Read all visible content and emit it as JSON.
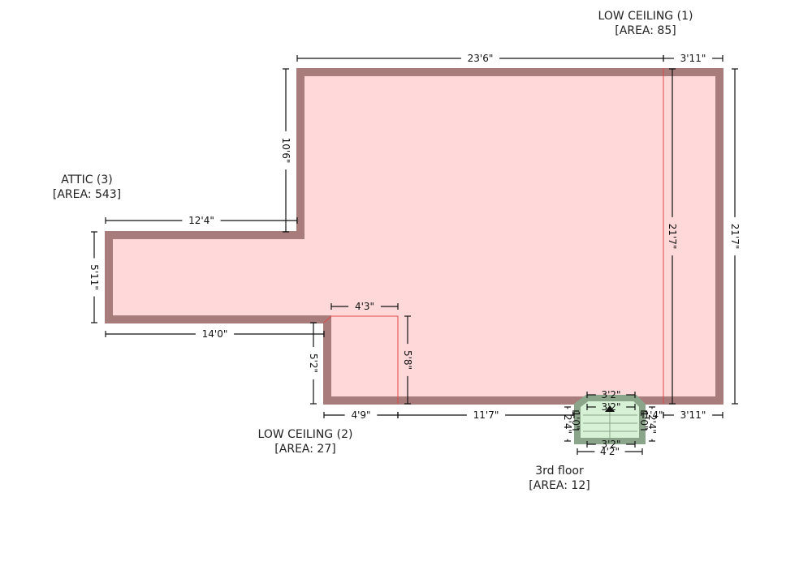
{
  "labels": {
    "low_ceiling_1": {
      "name": "LOW CEILING (1)",
      "area": "[AREA: 85]"
    },
    "attic_3": {
      "name": "ATTIC (3)",
      "area": "[AREA: 543]"
    },
    "low_ceiling_2": {
      "name": "LOW CEILING (2)",
      "area": "[AREA: 27]"
    },
    "third_floor": {
      "name": "3rd floor",
      "area": "[AREA: 12]"
    }
  },
  "dims": {
    "top_main": "23'6\"",
    "top_right": "3'11\"",
    "right_outer": "21'7\"",
    "right_inner": "21'7\"",
    "left_upper_vertical": "10'6\"",
    "ledge_width": "12'4\"",
    "left_wing_height": "5'11\"",
    "left_bottom": "14'0\"",
    "notch_top": "4'3\"",
    "notch_height": "5'8\"",
    "notch_left_vertical": "5'2\"",
    "bottom_a": "4'9\"",
    "bottom_b": "11'7\"",
    "bottom_right": "3'11\"",
    "stair_top_outer": "3'2\"",
    "stair_top_inner": "3'2\"",
    "stair_left": "2'4\"",
    "stair_right": "2'4\"",
    "stair_left_inner": "1'0\"",
    "stair_right_inner": "1'0\"",
    "stair_right_small": "1'4\"",
    "stair_bottom_inner": "3'2\"",
    "stair_bottom_outer": "4'2\""
  },
  "colors": {
    "room_fill": "#ffd9d9",
    "wall": "#a97c7c",
    "partition": "#e04848",
    "stair_fill": "#d7f1d7",
    "stair_wall": "#8aa58a"
  }
}
